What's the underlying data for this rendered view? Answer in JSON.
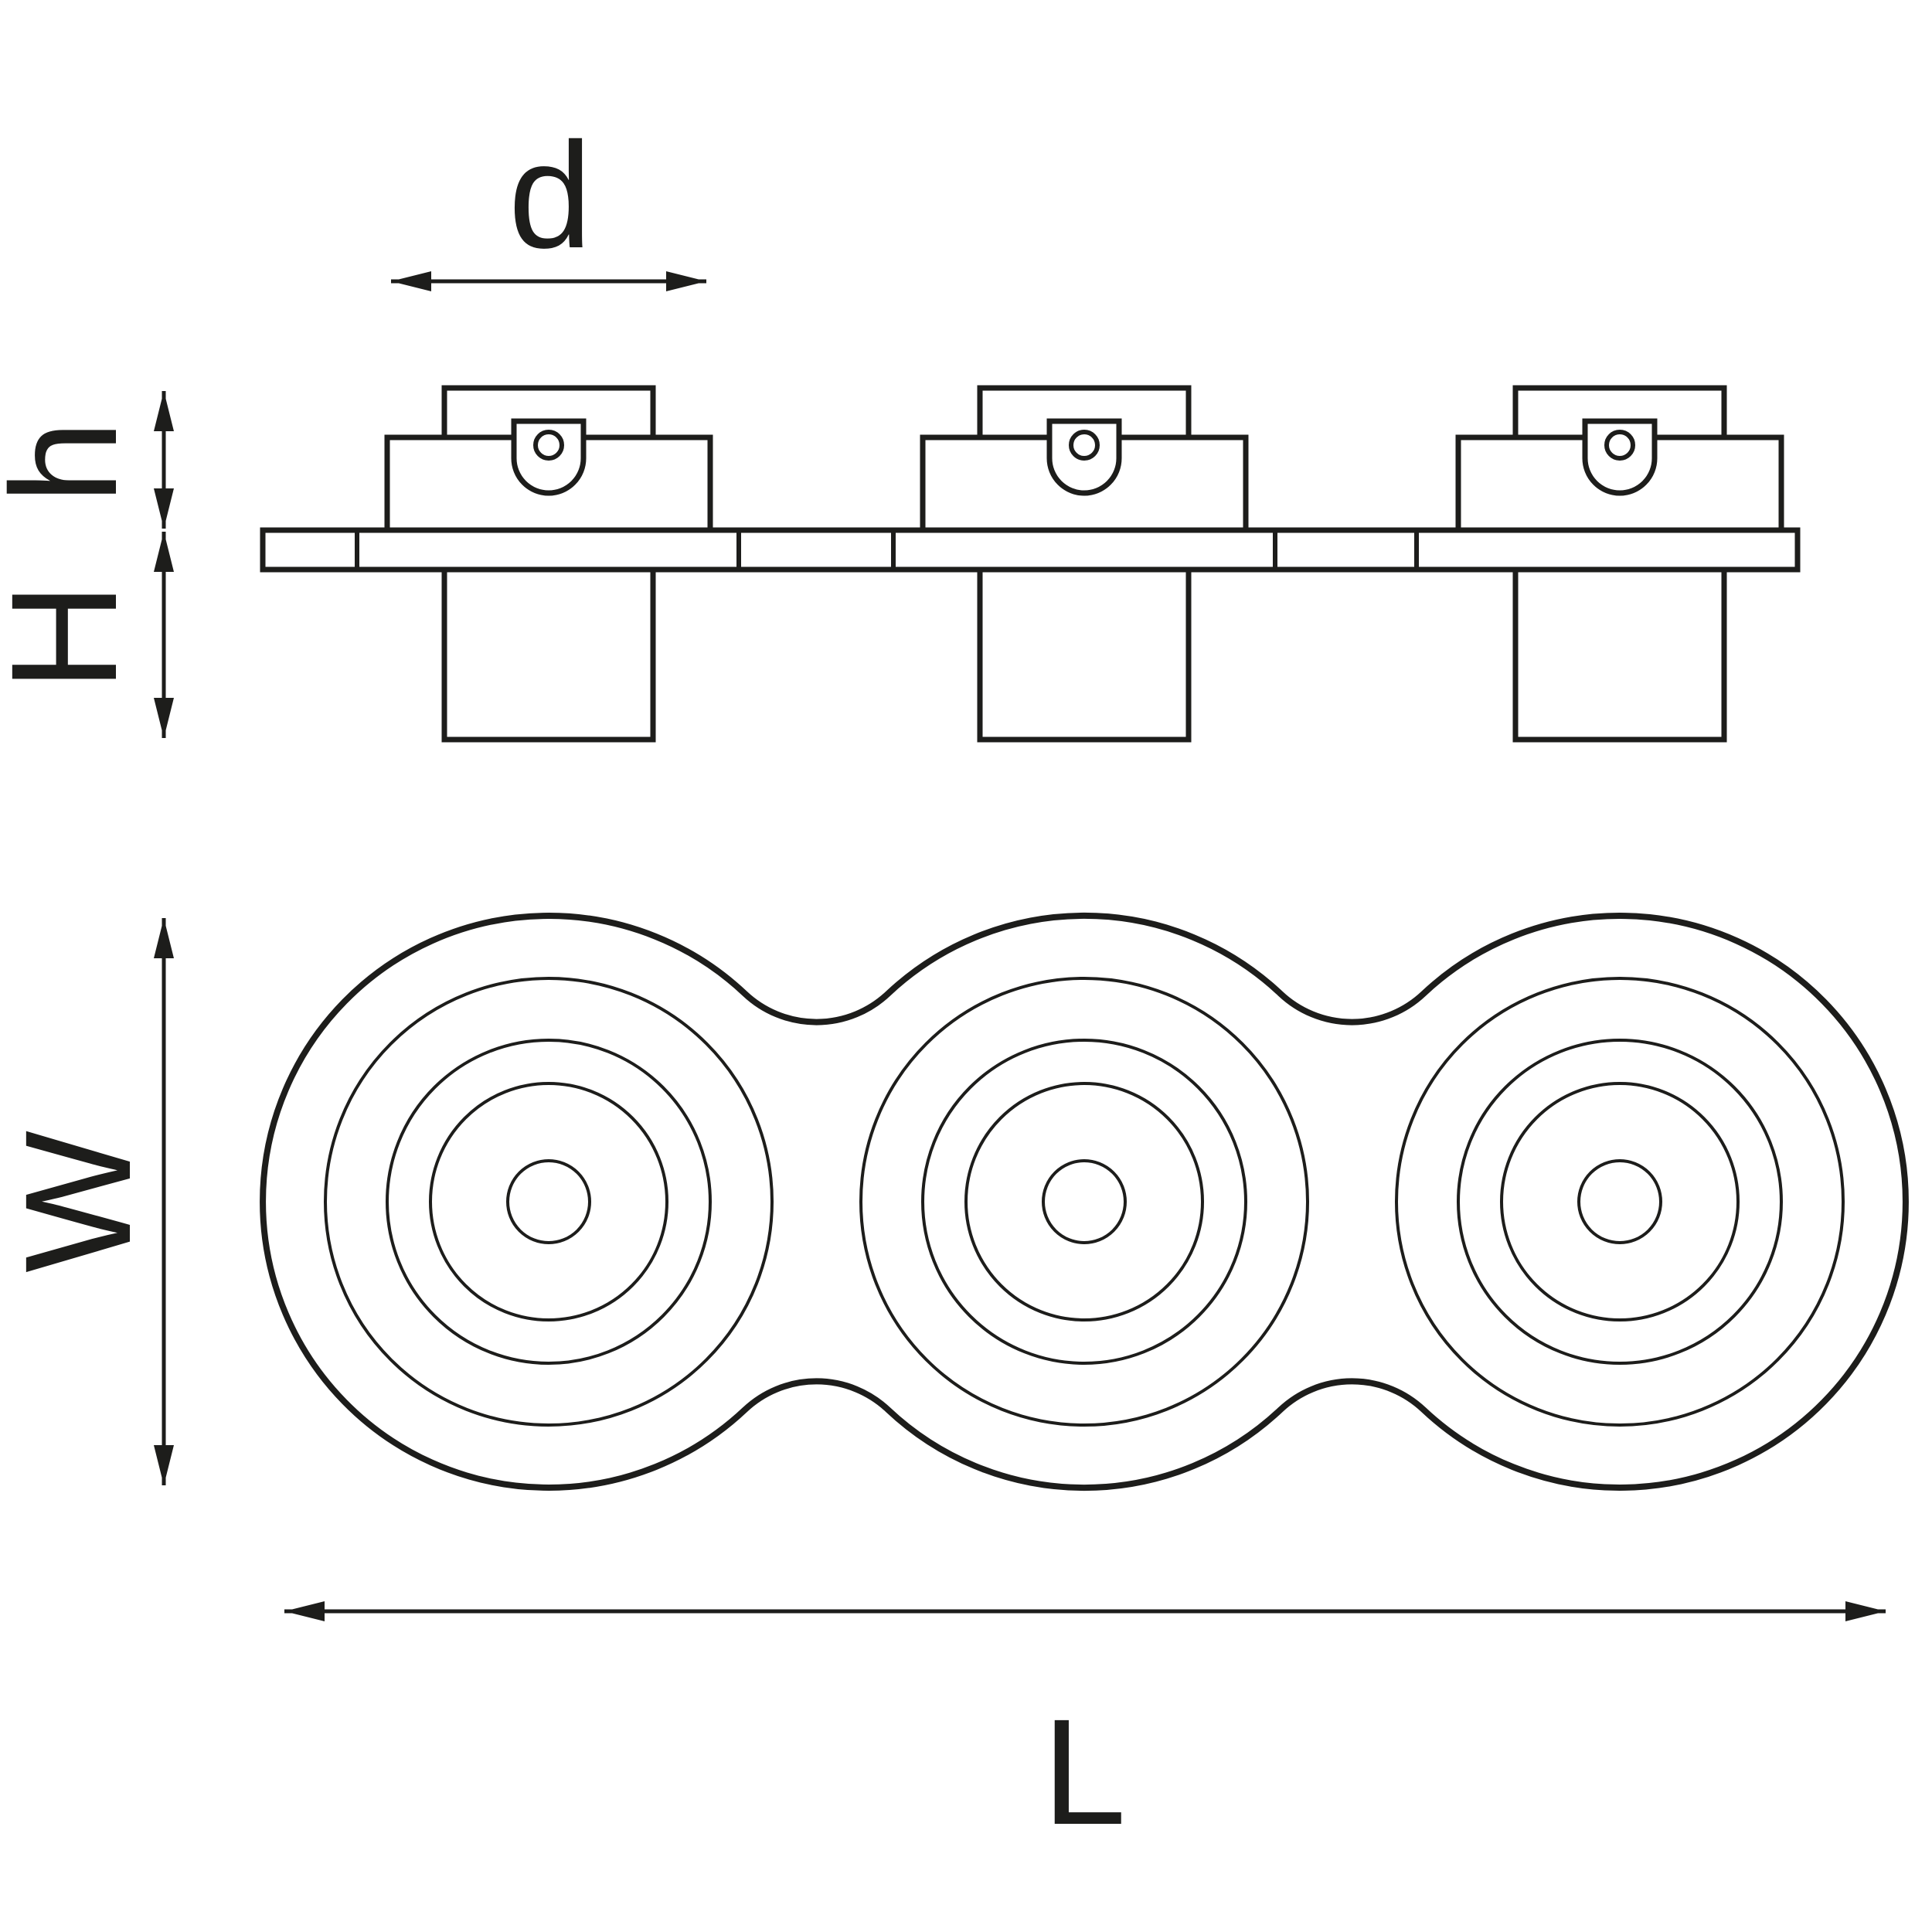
{
  "drawing": {
    "kind": "technical-dimension-drawing",
    "views": [
      "side-elevation",
      "plan-view"
    ],
    "unit_count": 3
  },
  "labels": {
    "d": "d",
    "h": "h",
    "H": "H",
    "W": "W",
    "L": "L"
  },
  "colors": {
    "line": "#1d1d1b",
    "background": "#ffffff"
  }
}
